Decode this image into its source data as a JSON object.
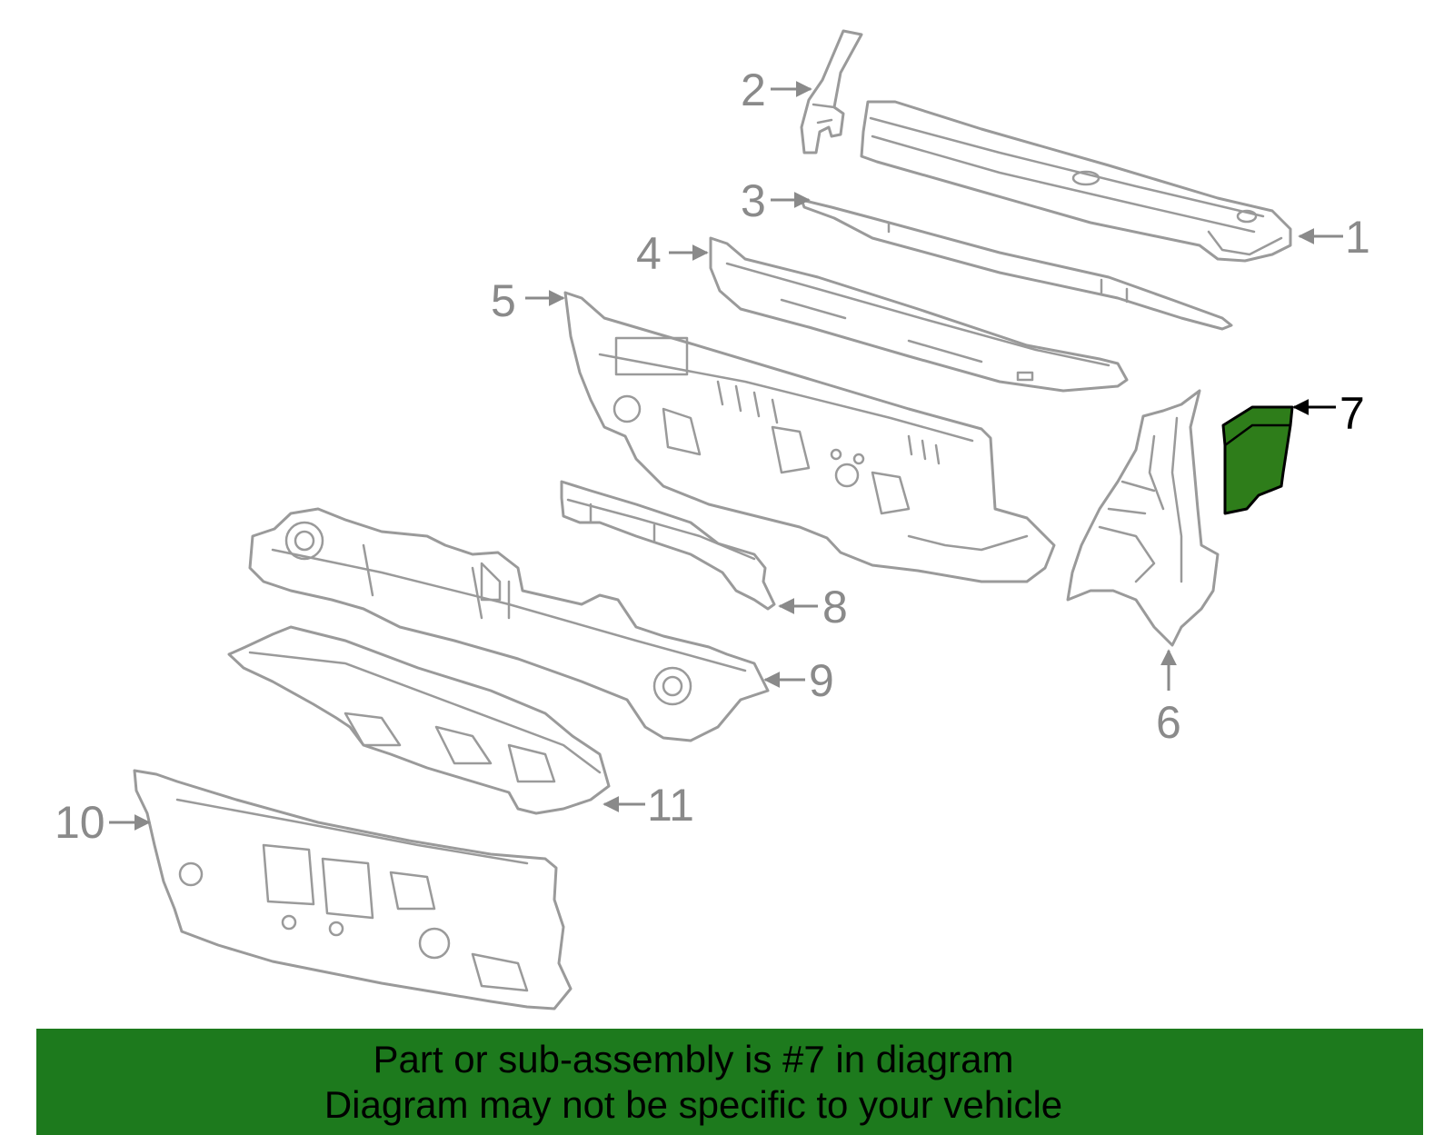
{
  "diagram": {
    "highlight_color": "#2e7d1a",
    "part_outline_color": "#9a9a9a",
    "selected_callout": "7",
    "callouts": {
      "c1": "1",
      "c2": "2",
      "c3": "3",
      "c4": "4",
      "c5": "5",
      "c6": "6",
      "c7": "7",
      "c8": "8",
      "c9": "9",
      "c10": "10",
      "c11": "11"
    }
  },
  "banner": {
    "background_color": "#1d7a1d",
    "line1": "Part or sub-assembly is #7 in diagram",
    "line2": "Diagram may not be specific to your vehicle"
  }
}
